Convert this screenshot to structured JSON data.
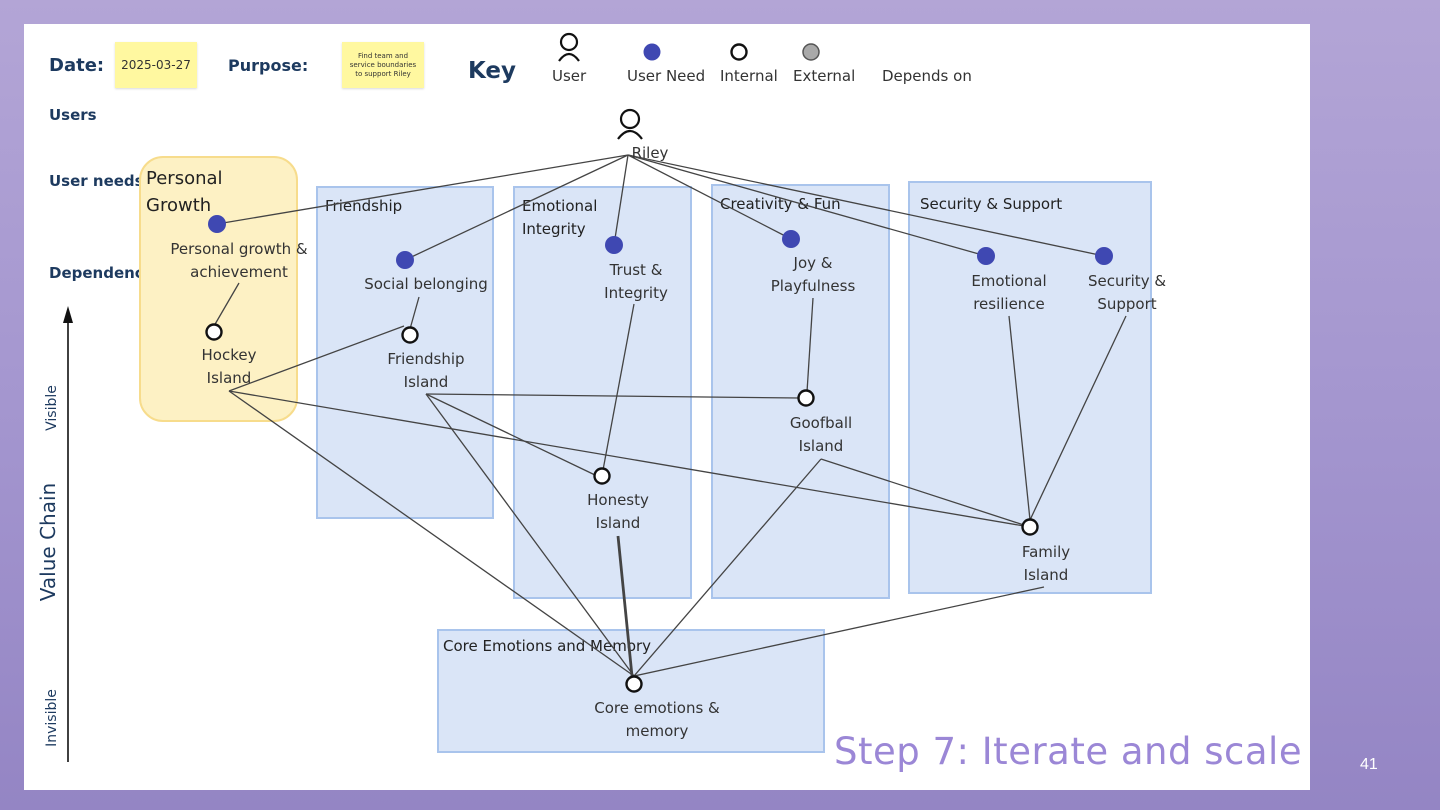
{
  "header": {
    "date_label": "Date:",
    "date_value": "2025-03-27",
    "purpose_label": "Purpose:",
    "purpose_value": "Find team and service boundaries to support Riley"
  },
  "key": {
    "title": "Key",
    "user": "User",
    "user_need": "User Need",
    "internal": "Internal",
    "external": "External",
    "depends_on": "Depends on"
  },
  "rows": {
    "users": "Users",
    "user_needs": "User needs",
    "dependencies": "Dependencies"
  },
  "axis": {
    "title": "Value Chain",
    "visible": "Visible",
    "invisible": "Invisible"
  },
  "groups": {
    "personal_growth": "Personal Growth",
    "friendship": "Friendship",
    "emotional_integrity": "Emotional Integrity",
    "creativity_fun": "Creativity & Fun",
    "security_support": "Security & Support",
    "core_emotions": "Core Emotions and Memory"
  },
  "nodes": {
    "user": "Riley",
    "needs": {
      "personal_growth": "Personal growth & achievement",
      "social_belonging": "Social belonging",
      "trust_integrity": "Trust & Integrity",
      "joy_playfulness": "Joy & Playfulness",
      "emotional_resilience": "Emotional resilience",
      "security_support": "Security & Support"
    },
    "components": {
      "hockey_island": "Hockey Island",
      "friendship_island": "Friendship Island",
      "goofball_island": "Goofball Island",
      "honesty_island": "Honesty Island",
      "family_island": "Family Island",
      "core_emotions": "Core emotions & memory"
    }
  },
  "colors": {
    "need_dot": "#3f48b2",
    "group_fill": "#dae5f7",
    "group_border": "#a9c4ec",
    "growth_fill": "#fdf1c4",
    "growth_border": "#f7dc8c",
    "title_color": "#9b87d6"
  },
  "footer": {
    "title": "Step 7: Iterate and scale",
    "slide_number": "41"
  }
}
